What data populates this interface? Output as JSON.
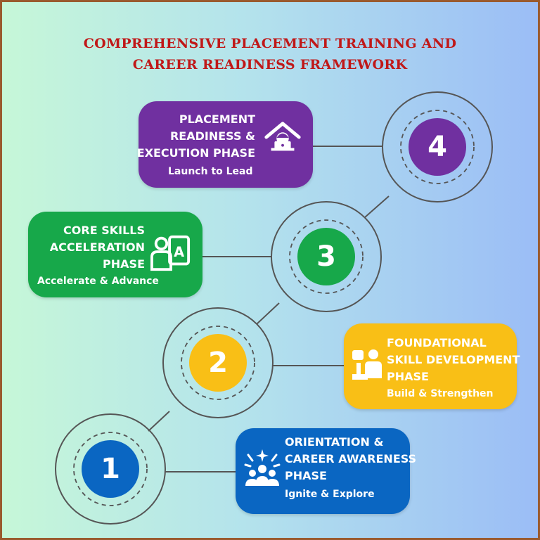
{
  "title": {
    "line1": "COMPREHENSIVE PLACEMENT TRAINING AND",
    "line2": "CAREER READINESS FRAMEWORK"
  },
  "phases": [
    {
      "number": "1",
      "title_lines": [
        "ORIENTATION &",
        "CAREER  AWARENESS",
        "PHASE"
      ],
      "subtitle": "Ignite & Explore",
      "color": "#0a66c2",
      "icon": "team-sparkle-icon"
    },
    {
      "number": "2",
      "title_lines": [
        "FOUNDATIONAL",
        "SKILL DEVELOPMENT",
        "PHASE"
      ],
      "subtitle": "Build & Strengthen",
      "color": "#f9bf16",
      "icon": "presenter-icon"
    },
    {
      "number": "3",
      "title_lines": [
        "CORE SKILLS",
        "ACCELERATION",
        "PHASE"
      ],
      "subtitle": "Accelerate & Advance",
      "color": "#17a84a",
      "icon": "learner-board-icon"
    },
    {
      "number": "4",
      "title_lines": [
        "PLACEMENT",
        "READINESS &",
        "EXECUTION PHASE"
      ],
      "subtitle": "Launch to Lead",
      "color": "#7030a0",
      "icon": "remote-work-icon"
    }
  ]
}
